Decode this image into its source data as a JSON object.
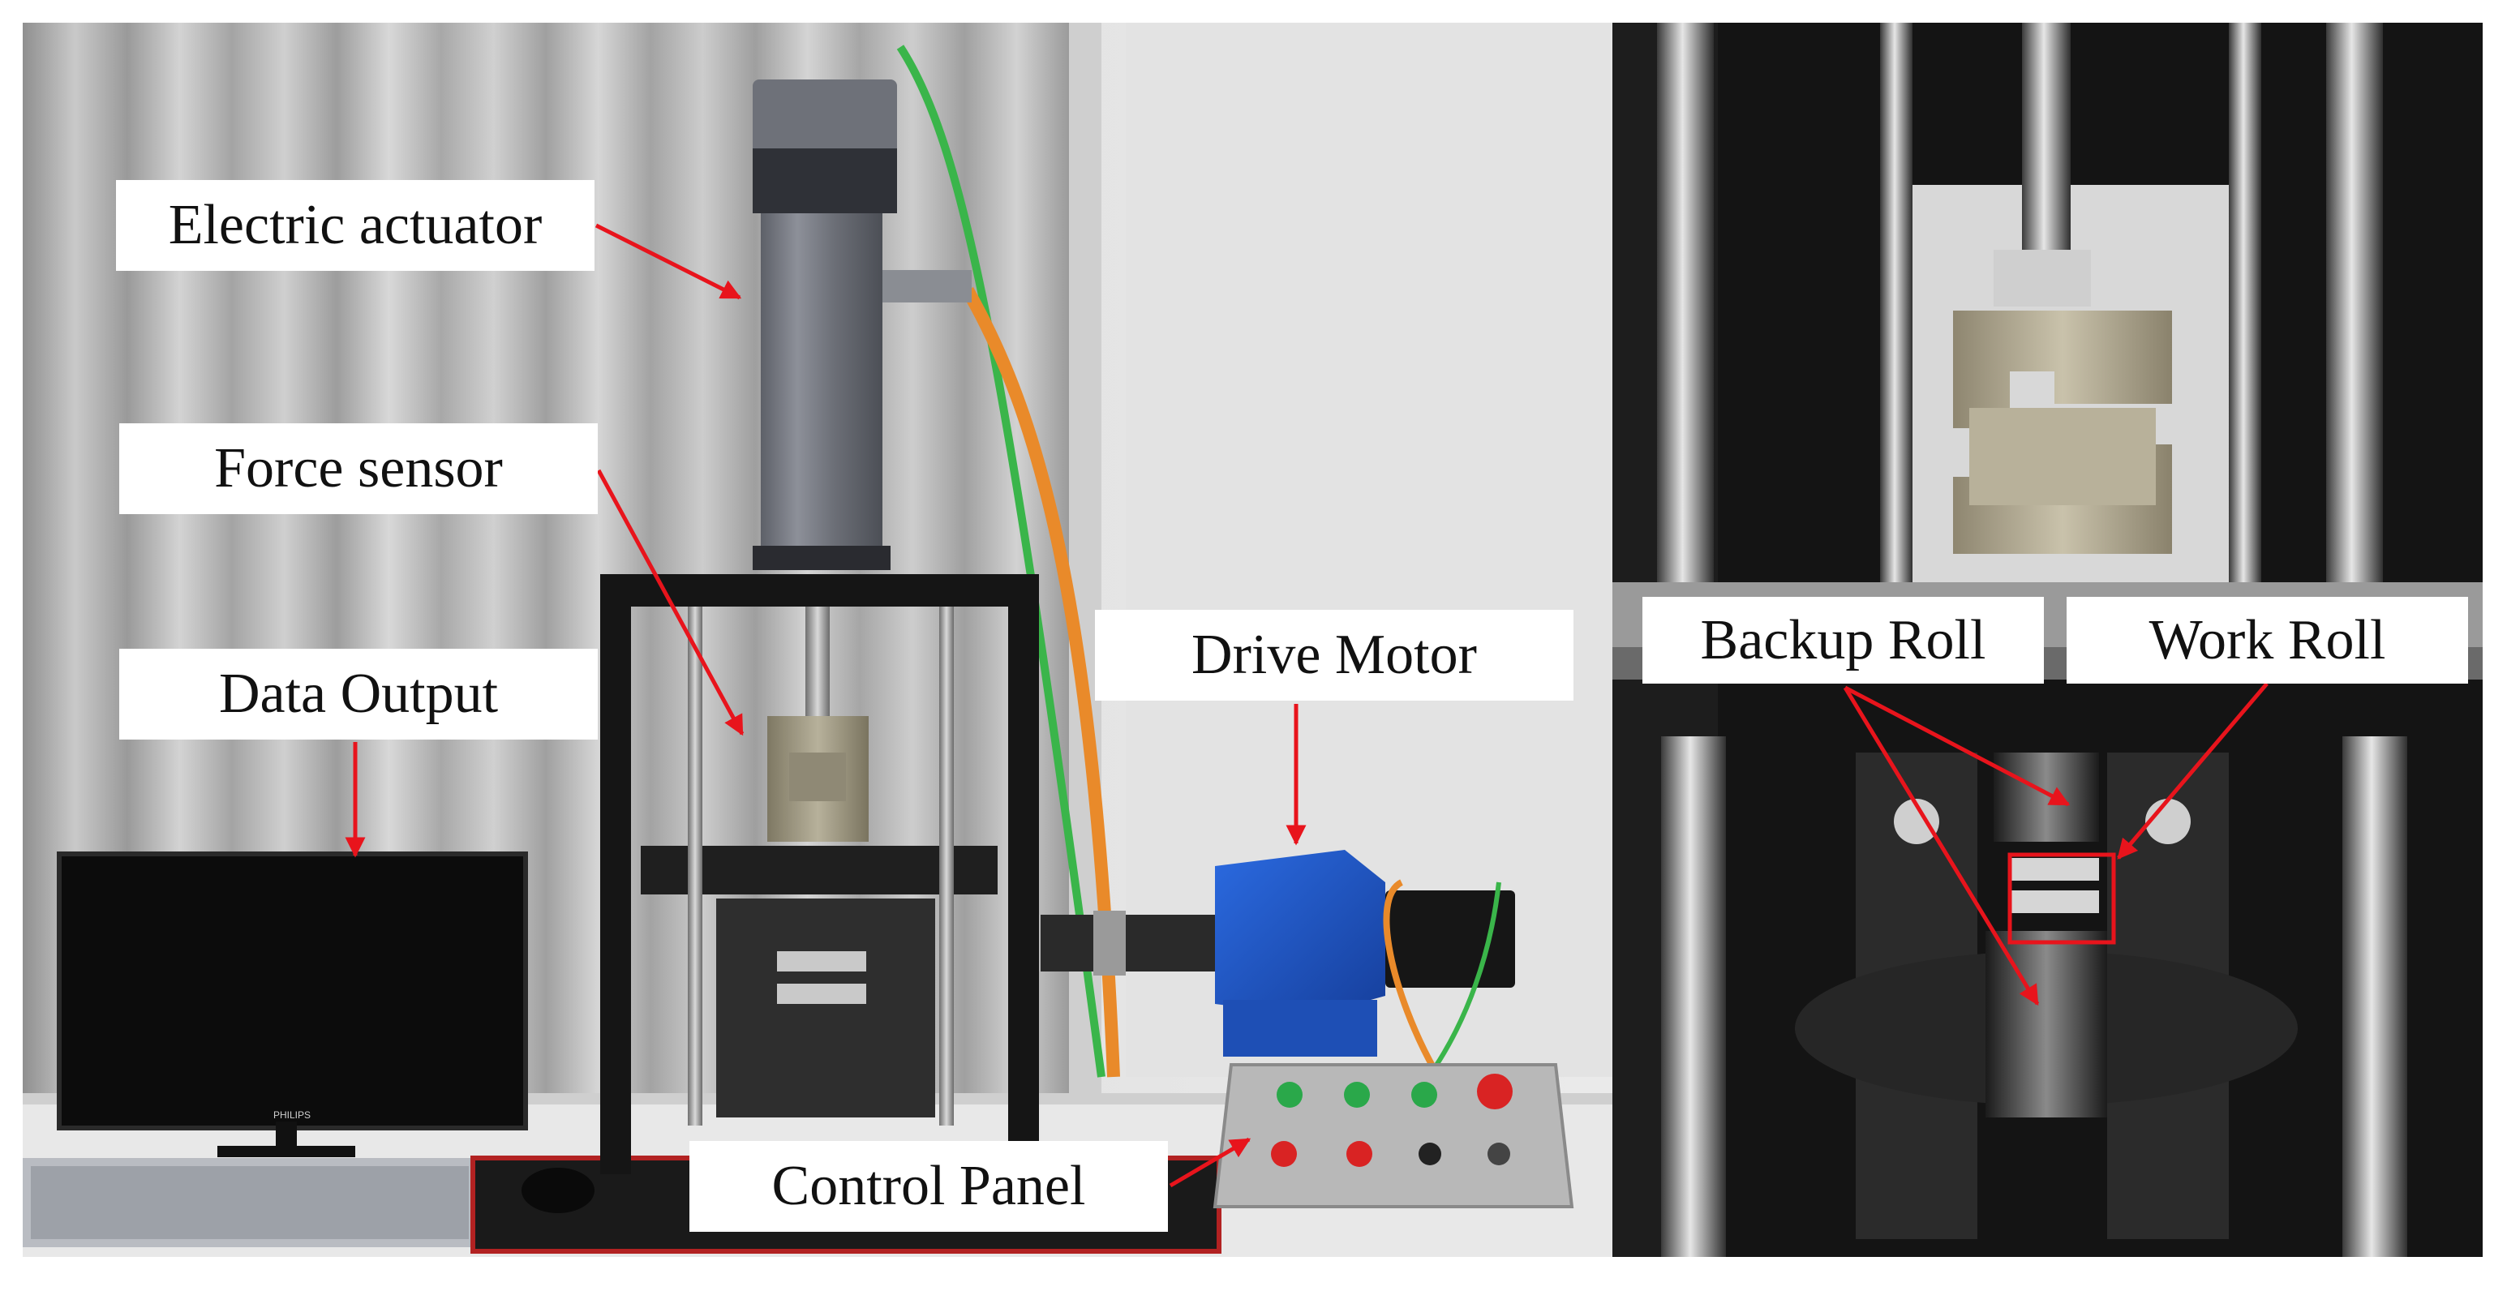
{
  "figure": {
    "left_photo": {
      "labels": {
        "electric_actuator": "Electric actuator",
        "force_sensor": "Force sensor",
        "data_output": "Data Output",
        "drive_motor": "Drive Motor",
        "control_panel": "Control Panel"
      },
      "monitor_brand": "PHILIPS"
    },
    "right_photo": {
      "labels": {
        "backup_roll": "Backup Roll",
        "work_roll": "Work Roll"
      }
    },
    "colors": {
      "arrow": "#e8141c",
      "highlight_box": "#e8141c",
      "label_background": "#ffffff",
      "motor_blue": "#1f57c8",
      "cable_orange": "#e98a2a",
      "cable_green": "#3ab54a"
    }
  }
}
